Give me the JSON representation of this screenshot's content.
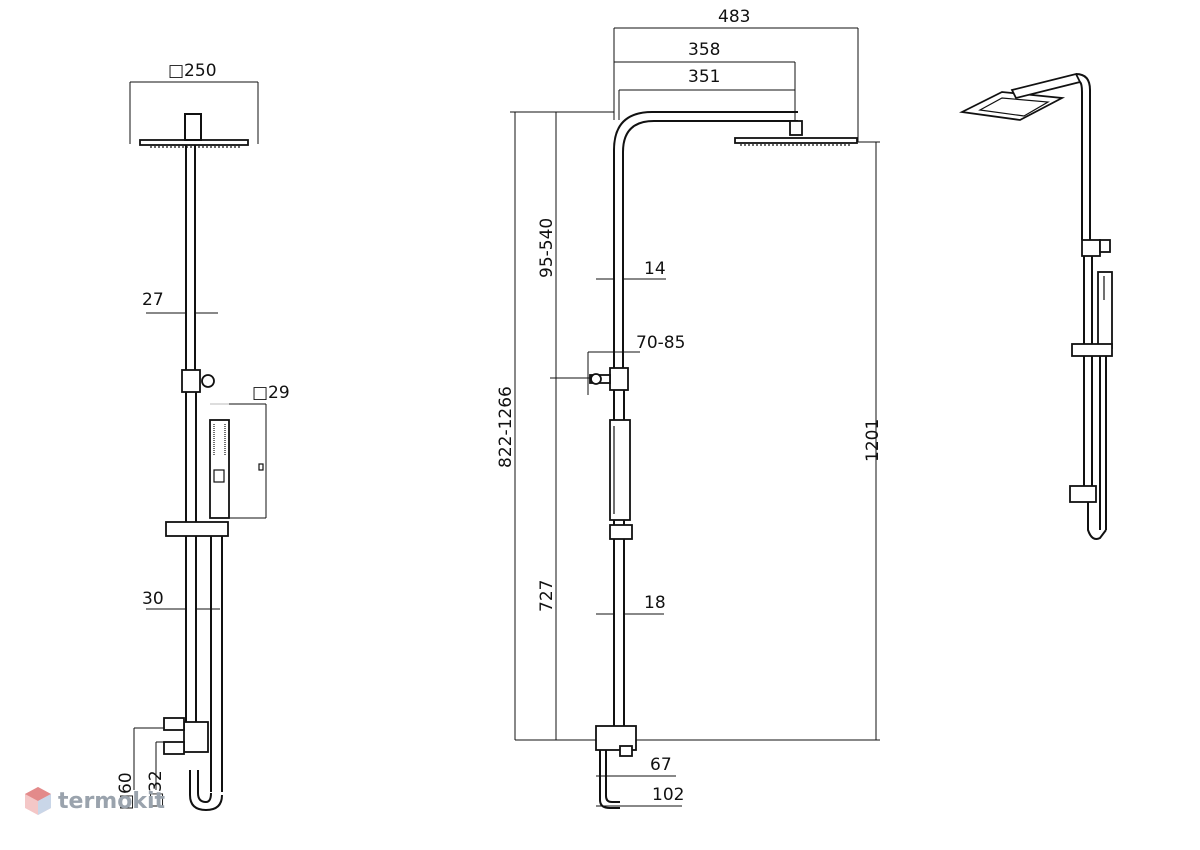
{
  "front_view": {
    "head_size": "□250",
    "pipe_upper": "27",
    "hand_shower_size": "□29",
    "pipe_lower": "30",
    "outlet_size": "□60",
    "outlet_small": "□32"
  },
  "side_view": {
    "width_total": "483",
    "width_arm": "358",
    "width_inner": "351",
    "height_adjust": "95-540",
    "tube_upper": "14",
    "bracket": "70-85",
    "height_total_range": "822-1266",
    "height_head": "1201",
    "height_lower": "727",
    "tube_lower": "18",
    "outlet_depth_a": "67",
    "outlet_depth_b": "102"
  },
  "watermark": {
    "text": "termokit"
  },
  "colors": {
    "line": "#111111",
    "watermark": "#9aa3ad"
  }
}
